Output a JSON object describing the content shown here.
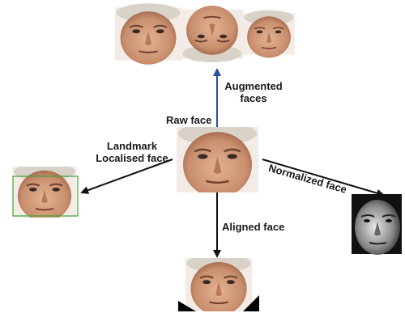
{
  "labels": {
    "augmented": [
      "Augmented",
      "faces"
    ],
    "raw": "Raw face",
    "landmark": [
      "Landmark",
      "Localised face"
    ],
    "normalized": "Normalized face",
    "aligned": "Aligned face"
  },
  "colors": {
    "skin": "#c98f6e",
    "skin_light": "#dcae8e",
    "skin_dark": "#8e5a43",
    "hair": "#d8d2c9",
    "augment_arrow": "#2a4f9e",
    "arrow": "#111111",
    "landmark_box": "#3fa33a"
  },
  "icons": [
    "face-photo",
    "arrow"
  ]
}
